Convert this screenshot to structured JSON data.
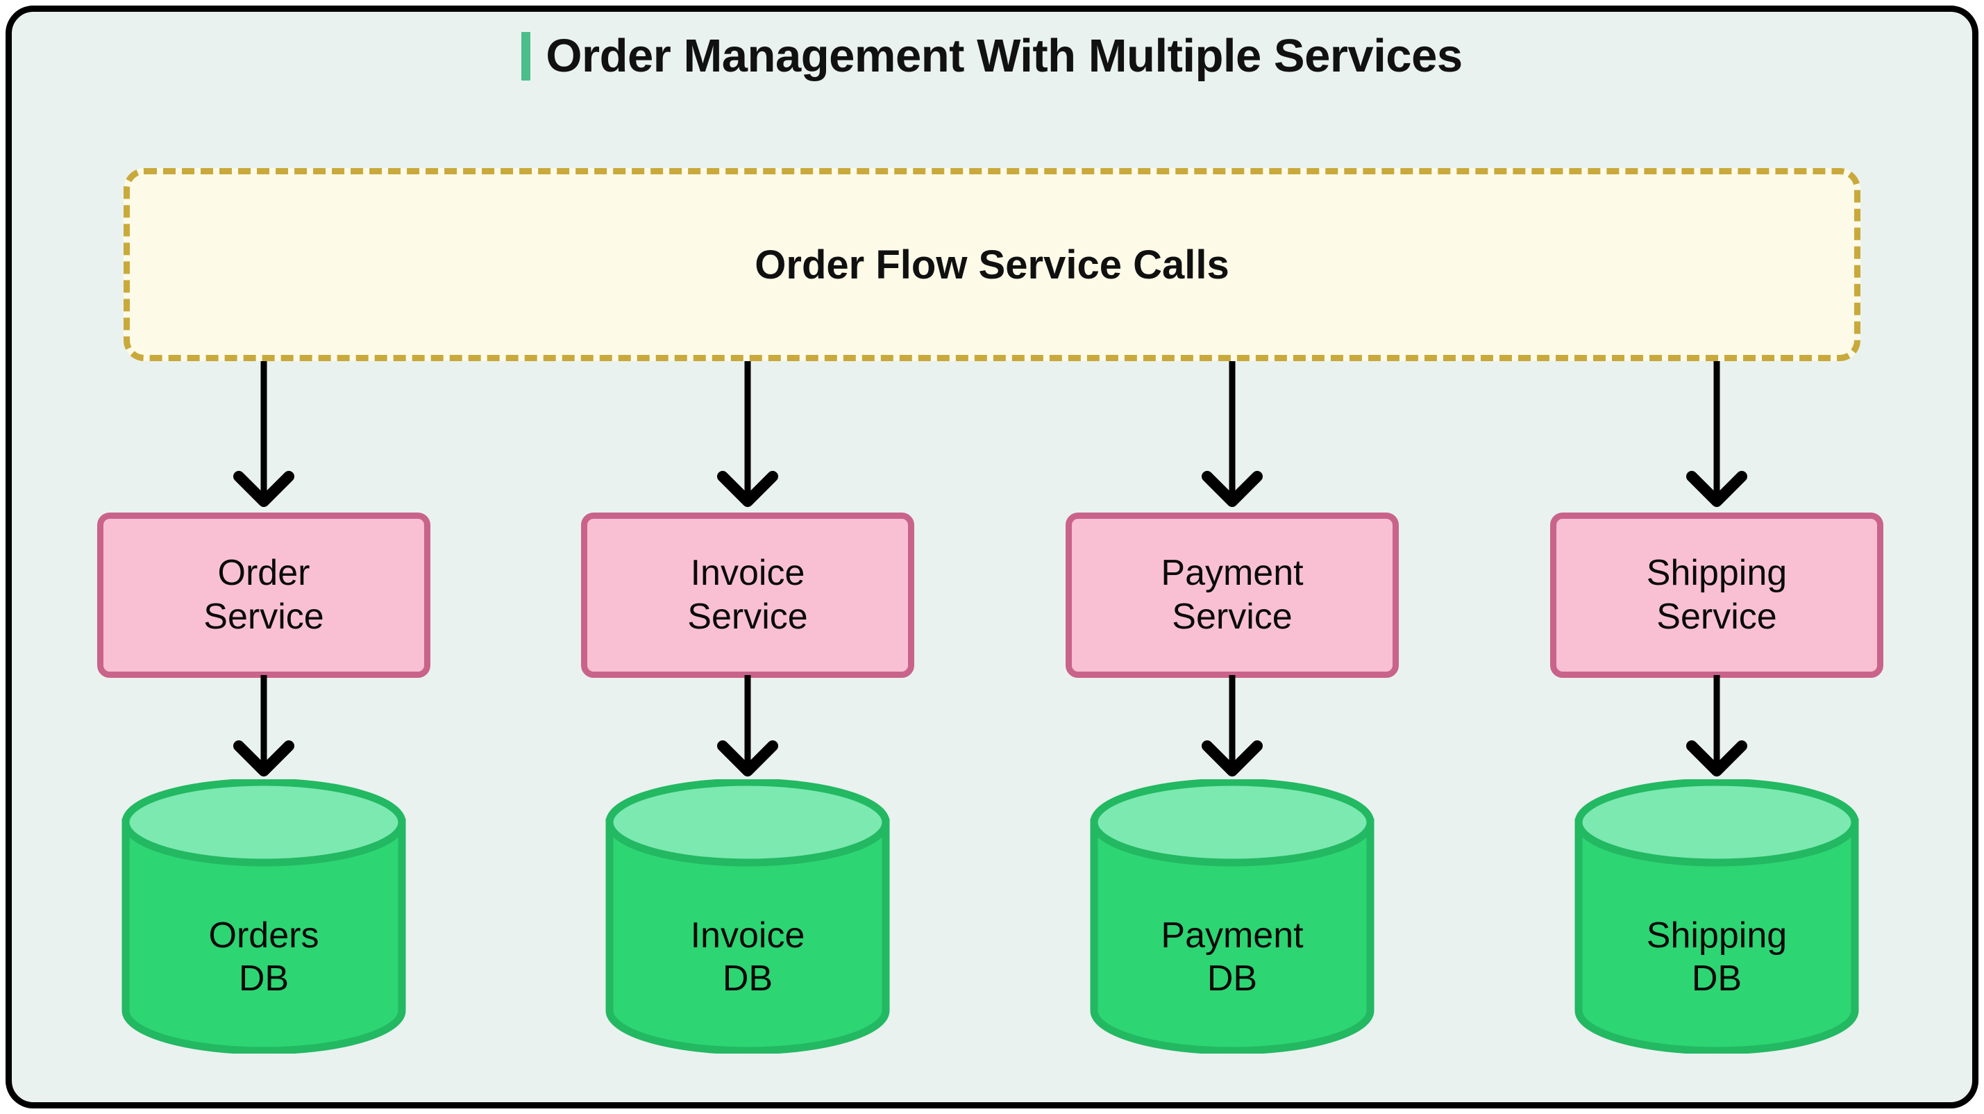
{
  "page": {
    "title": "Order Management With Multiple Services",
    "background_color": "#e9f2ef",
    "frame_border_color": "#000000"
  },
  "header": {
    "title": "Order Management With Multiple Services",
    "accent_color": "#4cbe8a"
  },
  "group": {
    "label": "Order Flow Service Calls",
    "fill_color": "#fdfbe8",
    "border_color": "#c9a93b",
    "border_style": "dashed"
  },
  "palette": {
    "service_fill": "#f9c0d4",
    "service_border": "#c96389",
    "db_body": "#2ed573",
    "db_top": "#7be9b0",
    "db_stroke": "#23b862",
    "arrow": "#000000"
  },
  "columns": [
    {
      "service": {
        "line1": "Order",
        "line2": "Service"
      },
      "database": {
        "line1": "Orders",
        "line2": "DB"
      }
    },
    {
      "service": {
        "line1": "Invoice",
        "line2": "Service"
      },
      "database": {
        "line1": "Invoice",
        "line2": "DB"
      }
    },
    {
      "service": {
        "line1": "Payment",
        "line2": "Service"
      },
      "database": {
        "line1": "Payment",
        "line2": "DB"
      }
    },
    {
      "service": {
        "line1": "Shipping",
        "line2": "Service"
      },
      "database": {
        "line1": "Shipping",
        "line2": "DB"
      }
    }
  ],
  "icons": {
    "arrow_down": "arrow-down-icon",
    "database": "database-cylinder-icon"
  }
}
